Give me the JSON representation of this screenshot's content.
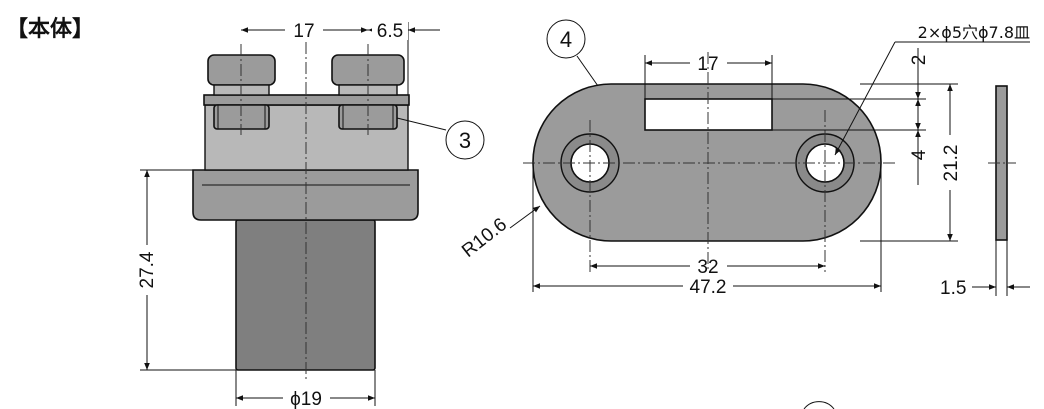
{
  "heading": "【本体】",
  "callouts": {
    "part3": "3",
    "part4": "4"
  },
  "dims": {
    "bolt_pitch": "17",
    "bolt_offset": "6.5",
    "height": "27.4",
    "diameter": "ϕ19",
    "slot_length": "17",
    "slot_width": "2",
    "slot_offset": "4",
    "plate_width": "21.2",
    "hole_pitch": "32",
    "plate_length": "47.2",
    "radius": "R10.6",
    "thickness": "1.5"
  },
  "hole_note": "2×ϕ5穴ϕ7.8皿"
}
